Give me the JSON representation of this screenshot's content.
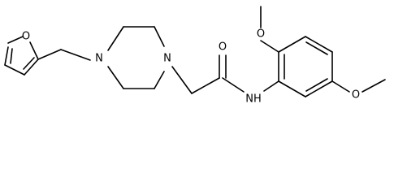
{
  "molecule": {
    "atom_labels": {
      "furan_oxygen": "O",
      "piperazine_n_left": "N",
      "piperazine_n_right": "N",
      "carbonyl_oxygen": "O",
      "amide_nh": "NH",
      "methoxy_top_oxygen": "O",
      "methoxy_right_oxygen": "O"
    }
  }
}
